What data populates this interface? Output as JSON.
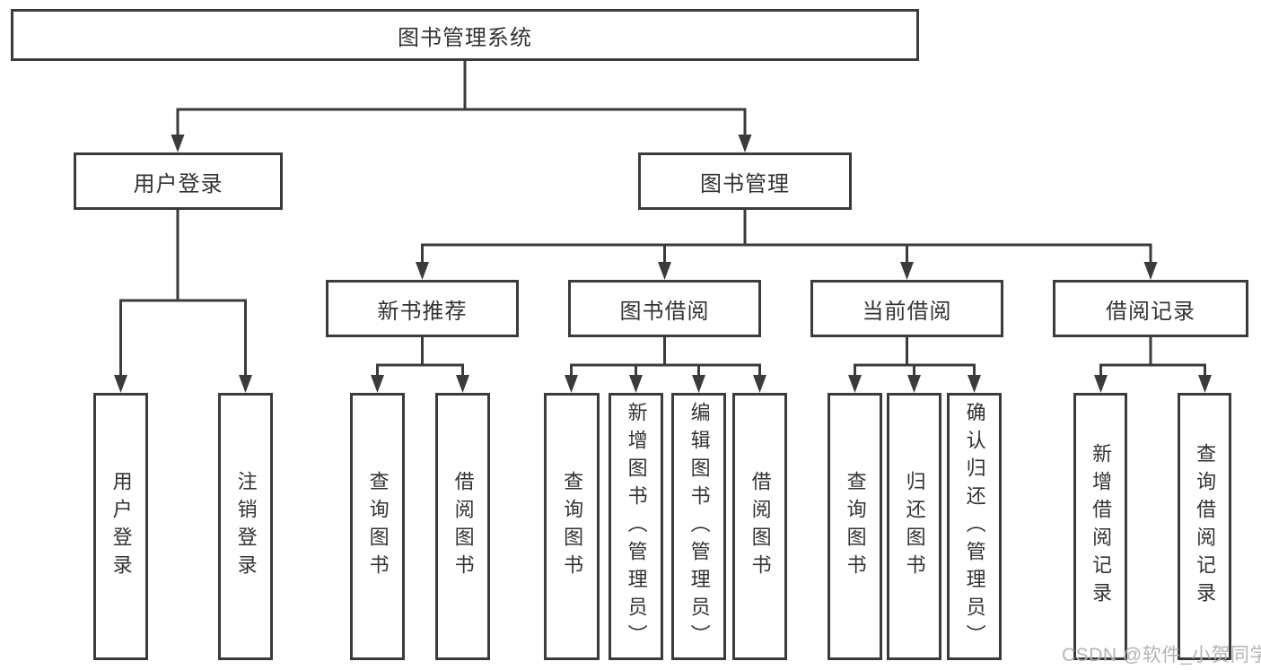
{
  "tree": {
    "root": {
      "label": "图书管理系统",
      "children": [
        {
          "label": "用户登录",
          "children": [
            {
              "label": "用户登录"
            },
            {
              "label": "注销登录"
            }
          ]
        },
        {
          "label": "图书管理",
          "children": [
            {
              "label": "新书推荐",
              "children": [
                {
                  "label": "查询图书"
                },
                {
                  "label": "借阅图书"
                }
              ]
            },
            {
              "label": "图书借阅",
              "children": [
                {
                  "label": "查询图书"
                },
                {
                  "label": "新增图书（管理员）"
                },
                {
                  "label": "编辑图书（管理员）"
                },
                {
                  "label": "借阅图书"
                }
              ]
            },
            {
              "label": "当前借阅",
              "children": [
                {
                  "label": "查询图书"
                },
                {
                  "label": "归还图书"
                },
                {
                  "label": "确认归还（管理员）"
                }
              ]
            },
            {
              "label": "借阅记录",
              "children": [
                {
                  "label": "新增借阅记录"
                },
                {
                  "label": "查询借阅记录"
                }
              ]
            }
          ]
        }
      ]
    }
  },
  "watermark": {
    "text": "CSDN @软件_小贺同学"
  },
  "colors": {
    "line": "#3b3b3b",
    "text": "#333333",
    "background": "#ffffff",
    "box_fill": "#ffffff",
    "watermark": "#b4b4b7"
  }
}
